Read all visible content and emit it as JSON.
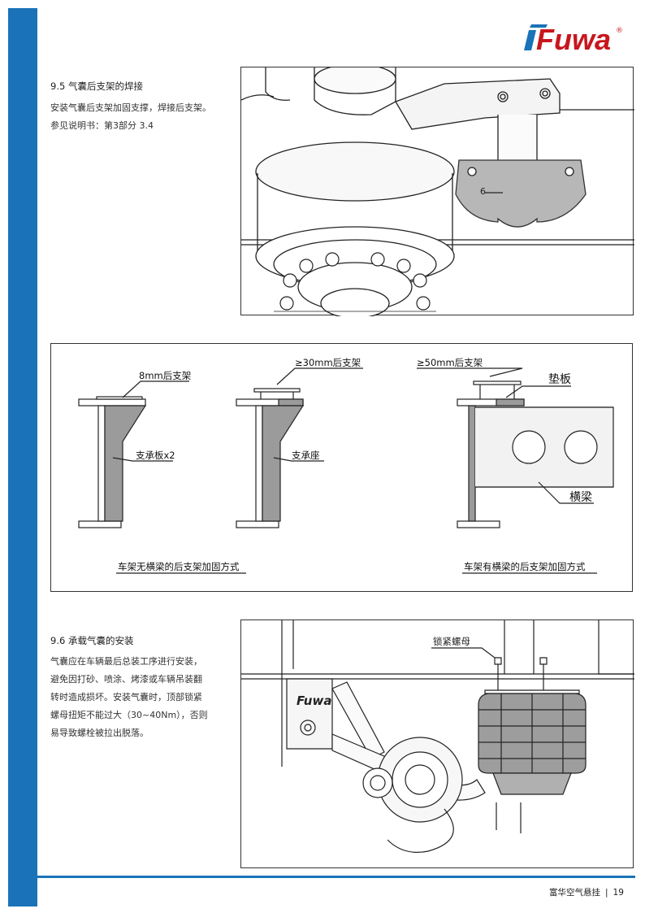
{
  "brand": {
    "name": "Fuwa",
    "registered_mark": "®",
    "color": "#c8161d"
  },
  "accent_color": "#1a73b8",
  "section_95": {
    "title": "9.5  气囊后支架的焊接",
    "lines": [
      "安装气囊后支架加固支撑，焊接后支架。",
      "参见说明书：第3部分 3.4"
    ],
    "photo_label": "6"
  },
  "diagram": {
    "labels": {
      "bracket_8mm": "8mm后支架",
      "support_plate": "支承板x2",
      "bracket_30mm": "≥30mm后支架",
      "support_seat": "支承座",
      "bracket_50mm": "≥50mm后支架",
      "shim": "垫板",
      "crossbeam": "横梁"
    },
    "captions": {
      "no_crossbeam": "车架无横梁的后支架加固方式",
      "with_crossbeam": "车架有横梁的后支架加固方式"
    }
  },
  "section_96": {
    "title": "9.6  承载气囊的安装",
    "lines": [
      "气囊应在车辆最后总装工序进行安装，",
      "避免因打砂、喷涂、烤漆或车辆吊装翻",
      "转时造成损坏。安装气囊时，顶部锁紧",
      "螺母扭矩不能过大（30~40Nm），否则",
      "易导致螺栓被拉出脱落。"
    ],
    "photo_label": "锁紧螺母",
    "photo_logo": "Fuwa"
  },
  "footer": {
    "text": "富华空气悬挂",
    "separator": "|",
    "page": "19"
  }
}
